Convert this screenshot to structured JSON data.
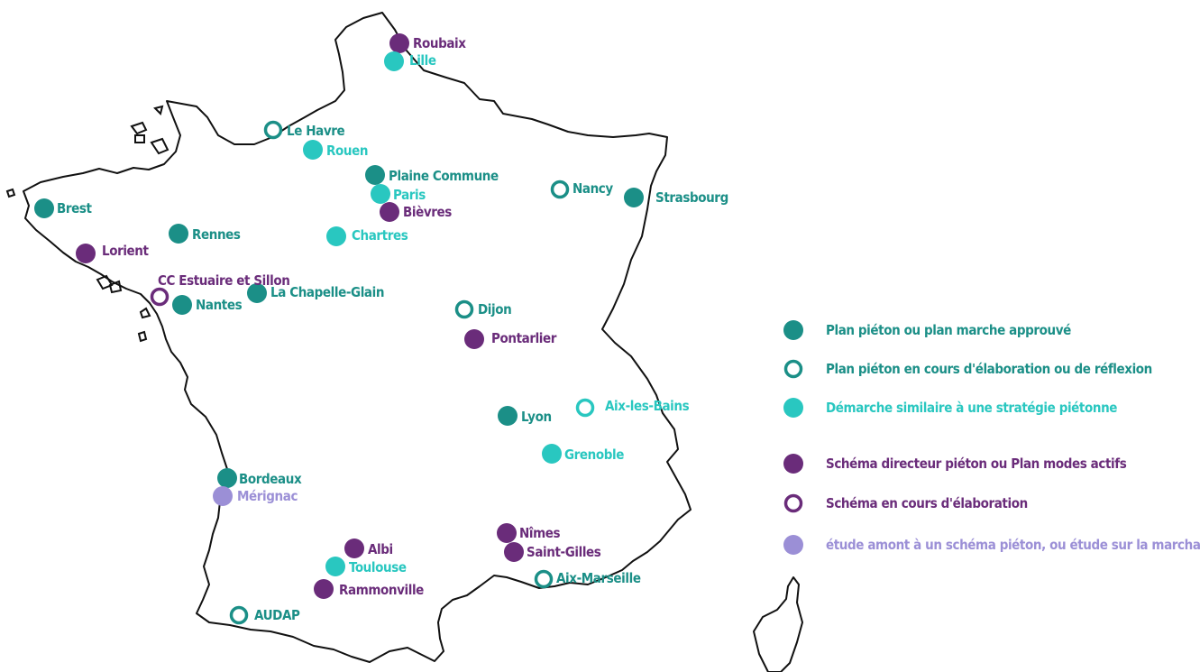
{
  "colors": {
    "dark_teal": "#1B8F87",
    "light_teal": "#29C7C0",
    "purple": "#6A2C7A",
    "lavender": "#9B8FD6",
    "outline": "#111111"
  },
  "categories": [
    {
      "key": "plan_approved",
      "style": "filled",
      "color": "#1B8F87",
      "label": "Plan piéton ou plan marche approuvé"
    },
    {
      "key": "plan_in_progress",
      "style": "ring",
      "color": "#1B8F87",
      "label": "Plan piéton en cours d'élaboration ou de réflexion"
    },
    {
      "key": "similar",
      "style": "filled",
      "color": "#29C7C0",
      "label": "Démarche similaire à une stratégie piétonne"
    },
    {
      "key": "schema_directeur",
      "style": "filled",
      "color": "#6A2C7A",
      "label": "Schéma directeur piéton ou Plan modes actifs"
    },
    {
      "key": "schema_in_progress",
      "style": "ring",
      "color": "#6A2C7A",
      "label": "Schéma en cours d'élaboration"
    },
    {
      "key": "etude",
      "style": "filled",
      "color": "#9B8FD6",
      "label": "étude amont à un schéma piéton, ou étude sur la marchabilité"
    }
  ],
  "cities": [
    {
      "name": "Roubaix",
      "cat": "schema_directeur"
    },
    {
      "name": "Lille",
      "cat": "similar"
    },
    {
      "name": "Le Havre",
      "cat": "plan_in_progress"
    },
    {
      "name": "Rouen",
      "cat": "similar"
    },
    {
      "name": "Plaine Commune",
      "cat": "plan_approved"
    },
    {
      "name": "Paris",
      "cat": "similar"
    },
    {
      "name": "Bièvres",
      "cat": "schema_directeur"
    },
    {
      "name": "Chartres",
      "cat": "similar"
    },
    {
      "name": "Nancy",
      "cat": "plan_in_progress"
    },
    {
      "name": "Strasbourg",
      "cat": "plan_approved"
    },
    {
      "name": "Brest",
      "cat": "plan_approved"
    },
    {
      "name": "Rennes",
      "cat": "plan_approved"
    },
    {
      "name": "Lorient",
      "cat": "schema_directeur"
    },
    {
      "name": "CC Estuaire et Sillon",
      "cat": "schema_in_progress"
    },
    {
      "name": "Nantes",
      "cat": "plan_approved"
    },
    {
      "name": "La Chapelle-Glain",
      "cat": "plan_approved"
    },
    {
      "name": "Dijon",
      "cat": "plan_in_progress"
    },
    {
      "name": "Pontarlier",
      "cat": "schema_directeur"
    },
    {
      "name": "Lyon",
      "cat": "plan_approved"
    },
    {
      "name": "Aix-les-Bains",
      "cat": "similar_ring"
    },
    {
      "name": "Grenoble",
      "cat": "similar"
    },
    {
      "name": "Bordeaux",
      "cat": "plan_approved"
    },
    {
      "name": "Mérignac",
      "cat": "etude"
    },
    {
      "name": "Nîmes",
      "cat": "schema_directeur"
    },
    {
      "name": "Saint-Gilles",
      "cat": "schema_directeur"
    },
    {
      "name": "Albi",
      "cat": "schema_directeur"
    },
    {
      "name": "Toulouse",
      "cat": "similar"
    },
    {
      "name": "Aix-Marseille",
      "cat": "plan_in_progress"
    },
    {
      "name": "Rammonville",
      "cat": "schema_directeur"
    },
    {
      "name": "AUDAP",
      "cat": "plan_in_progress"
    }
  ]
}
